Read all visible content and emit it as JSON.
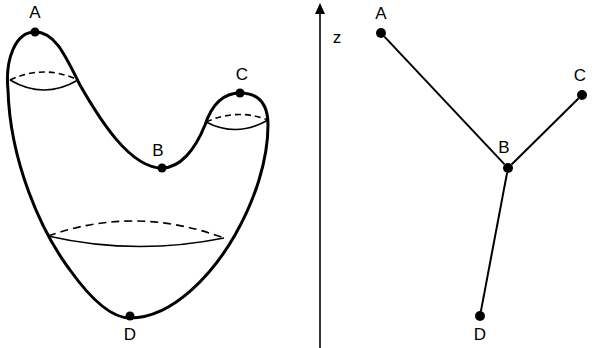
{
  "diagram": {
    "nodes": [
      {
        "text": [
          "A"
        ]
      },
      {
        "text": [
          "B"
        ]
      },
      {
        "text": [
          "C"
        ]
      },
      {
        "text": [
          "D"
        ]
      }
    ],
    "edges": [
      {
        "from": 0,
        "to": 1,
        "arrow": "none"
      },
      {
        "from": 2,
        "to": 1,
        "arrow": "none"
      },
      {
        "from": 3,
        "to": 1,
        "arrow": "none"
      }
    ],
    "labels": [
      "A",
      "B",
      "C",
      "D",
      "z"
    ]
  }
}
